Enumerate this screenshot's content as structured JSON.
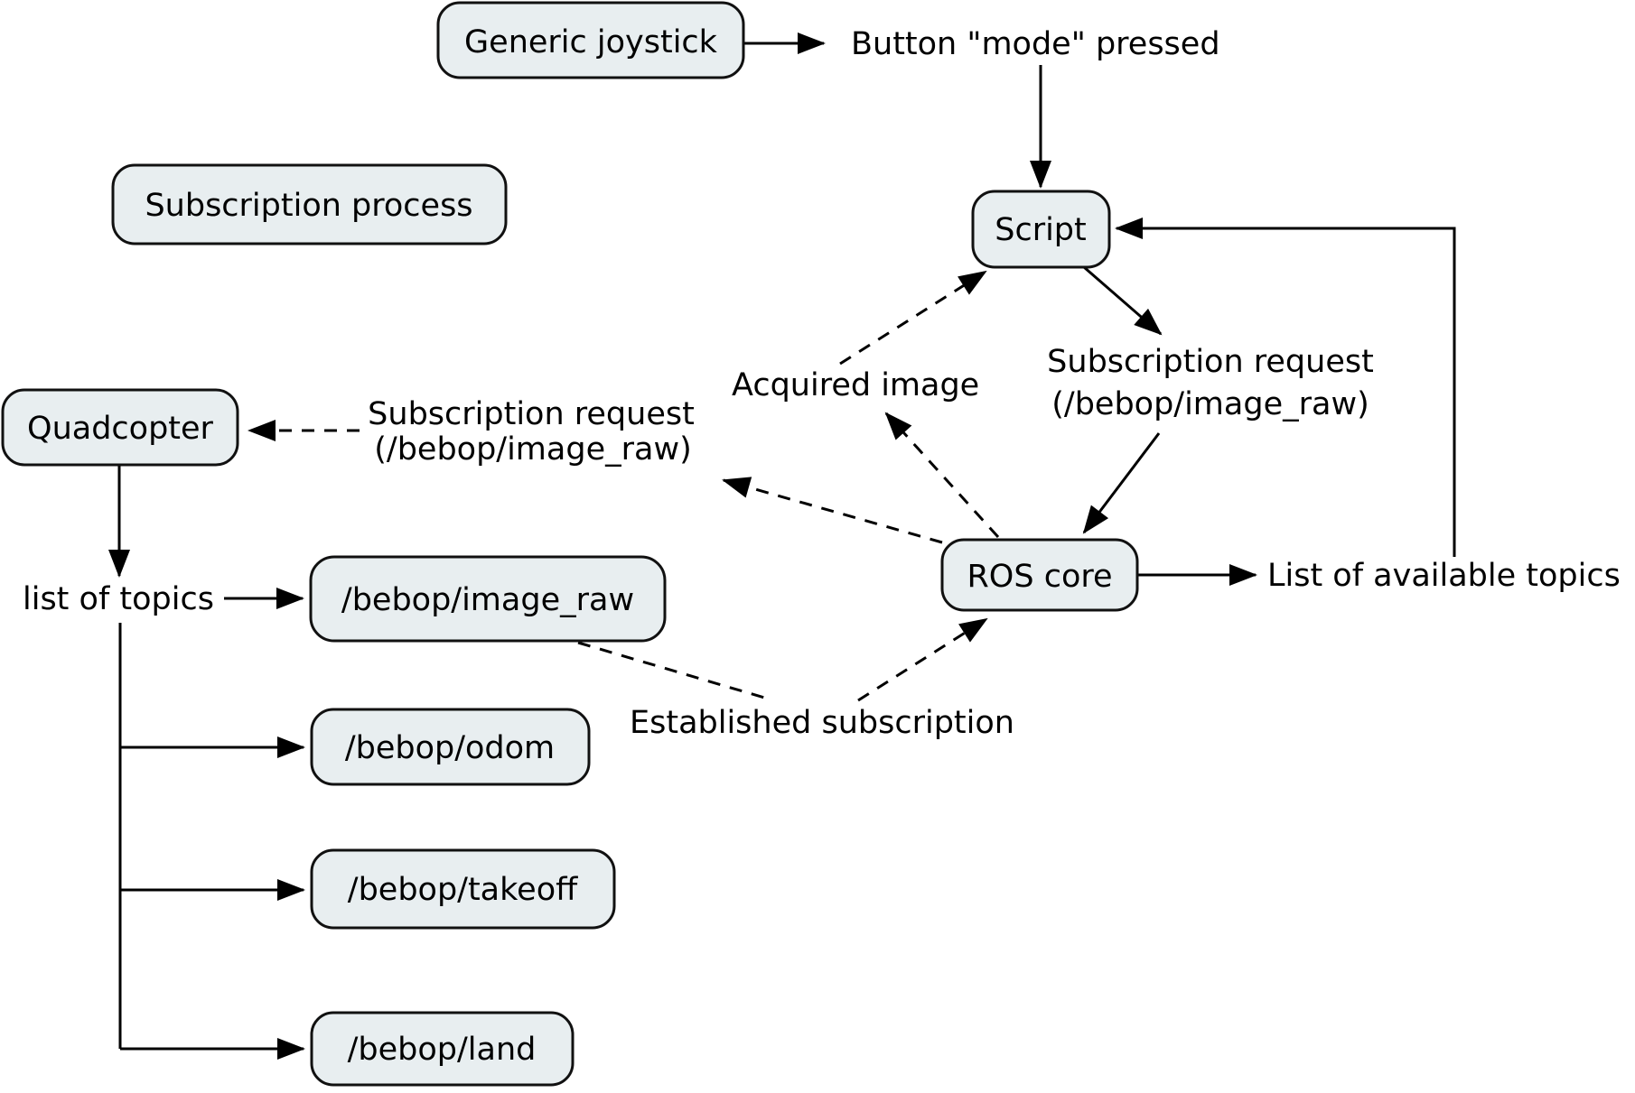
{
  "diagram": {
    "title": "Subscription process",
    "nodes": {
      "generic_joystick": "Generic joystick",
      "subscription_process": "Subscription process",
      "script": "Script",
      "quadcopter": "Quadcopter",
      "ros_core": "ROS core",
      "topic_image_raw": "/bebop/image_raw",
      "topic_odom": "/bebop/odom",
      "topic_takeoff": "/bebop/takeoff",
      "topic_land": "/bebop/land"
    },
    "labels": {
      "button_mode_pressed": "Button \"mode\" pressed",
      "subscription_request_line1": "Subscription request",
      "subscription_request_line2": "(/bebop/image_raw)",
      "acquired_image": "Acquired image",
      "list_of_available_topics": "List of available topics",
      "list_of_topics": "list of topics",
      "established_subscription": "Established subscription"
    },
    "colors": {
      "node_fill": "#e8eef0",
      "node_border": "#111111",
      "background": "#ffffff",
      "text": "#000000"
    }
  }
}
